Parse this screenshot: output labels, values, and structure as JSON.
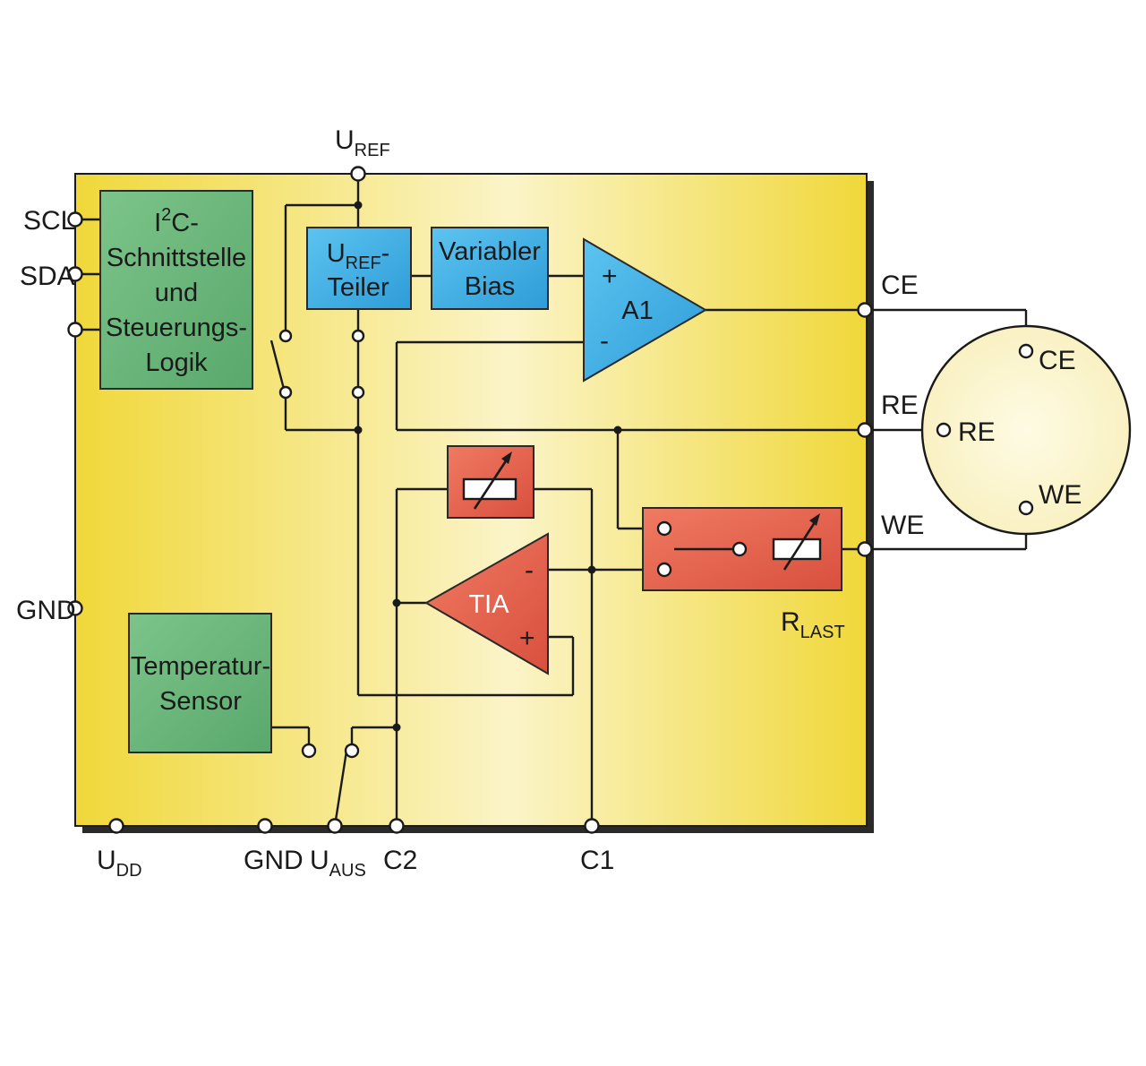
{
  "pins": {
    "uref": {
      "main": "U",
      "sub": "REF"
    },
    "scl": "SCL",
    "sda": "SDA",
    "gnd_left": "GND",
    "udd": {
      "main": "U",
      "sub": "DD"
    },
    "gnd_bottom": "GND",
    "uaus": {
      "main": "U",
      "sub": "AUS"
    },
    "c2": "C2",
    "c1": "C1",
    "ce": "CE",
    "re": "RE",
    "we": "WE"
  },
  "blocks": {
    "i2c": {
      "line1_pre": "I",
      "line1_sup": "2",
      "line1_post": "C-",
      "line2": "Schnittstelle",
      "line3": "und",
      "line4": "Steuerungs-",
      "line5": "Logik"
    },
    "uref_teiler": {
      "main": "U",
      "sub": "REF",
      "dash": "-",
      "line2": "Teiler"
    },
    "bias": {
      "line1": "Variabler",
      "line2": "Bias"
    },
    "a1": {
      "label": "A1",
      "plus": "+",
      "minus": "-"
    },
    "tia": {
      "label": "TIA",
      "plus": "+",
      "minus": "-"
    },
    "rlast": {
      "main": "R",
      "sub": "LAST"
    },
    "temp": {
      "line1": "Temperatur-",
      "line2": "Sensor"
    }
  },
  "sensor": {
    "ce": "CE",
    "re": "RE",
    "we": "WE"
  },
  "colors": {
    "chip_yellow": "#f0dc3c",
    "chip_light": "#fbf4c4",
    "green_block": "#6cb87c",
    "blue_block": "#40aee4",
    "red_block": "#e6604c",
    "sensor_fill": "#fdf8d4"
  }
}
